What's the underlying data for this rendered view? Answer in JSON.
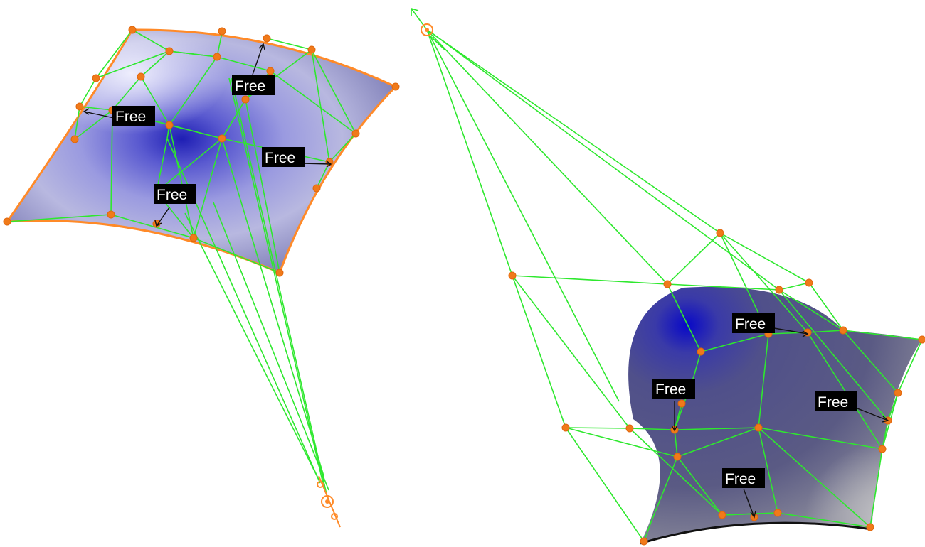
{
  "viewport": {
    "surfaces": [
      {
        "id": "left",
        "handles": [
          {
            "label": "Free"
          },
          {
            "label": "Free"
          },
          {
            "label": "Free"
          },
          {
            "label": "Free"
          }
        ]
      },
      {
        "id": "right",
        "handles": [
          {
            "label": "Free"
          },
          {
            "label": "Free"
          },
          {
            "label": "Free"
          },
          {
            "label": "Free"
          }
        ]
      }
    ]
  },
  "colors": {
    "control_point": "#f07a1a",
    "control_net": "#2ee82e",
    "boundary": "#ff8a28",
    "label_background": "#000000",
    "label_text": "#ffffff"
  }
}
